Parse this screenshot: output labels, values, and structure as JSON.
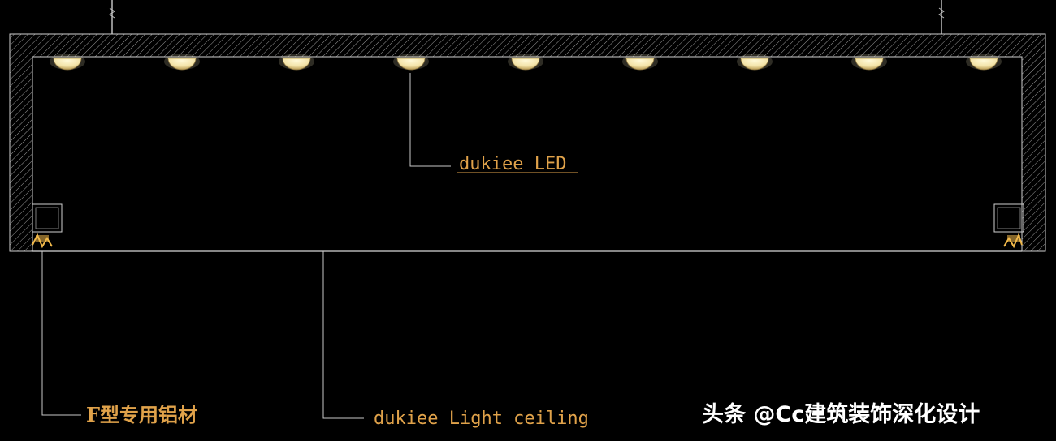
{
  "labels": {
    "led": "dukiee LED",
    "profile": "F型专用铝材",
    "ceiling": "dukiee Light ceiling"
  },
  "watermark": "头条 @Cc建筑装饰深化设计",
  "colors": {
    "background": "#000000",
    "line": "#d6d6d6",
    "label_gold": "#e0a24a",
    "lamp_fill": "#f3e3a8",
    "lamp_glow": "#fff6c8",
    "profile_gold": "#f0b84a"
  },
  "lamps": {
    "count": 9
  }
}
